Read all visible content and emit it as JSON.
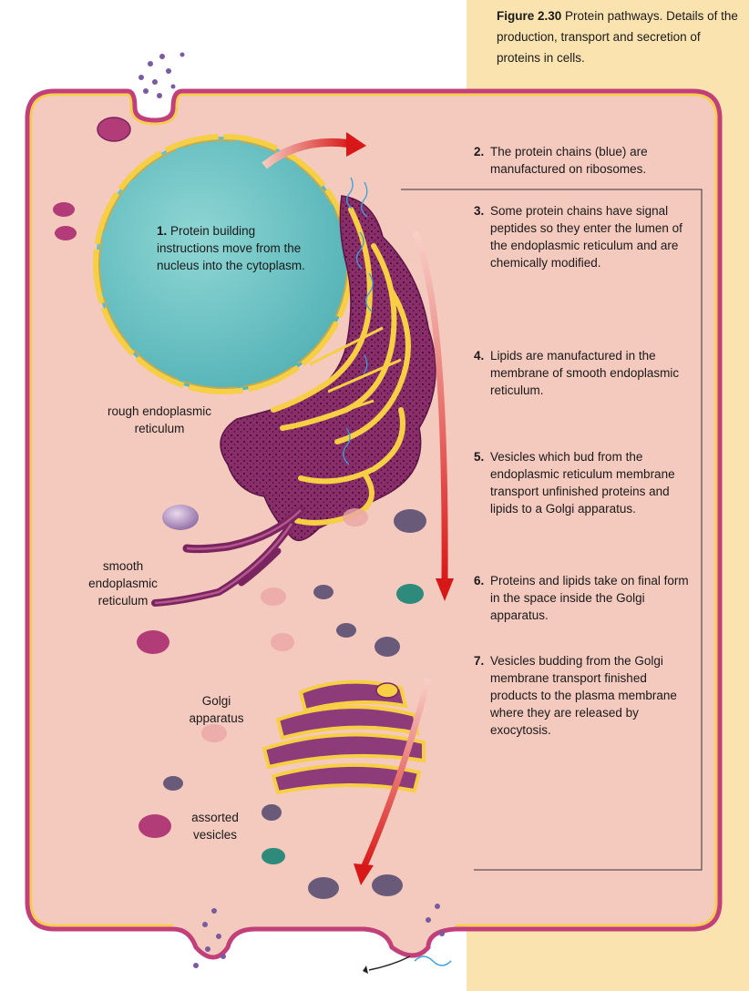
{
  "figure": {
    "label": "Figure 2.30",
    "caption": "Protein pathways. Details of the production, transport and secretion of proteins in cells."
  },
  "steps": [
    {
      "num": "1.",
      "text": "Protein building instructions move from the nucleus into the cytoplasm."
    },
    {
      "num": "2.",
      "text": "The protein chains (blue) are manufactured on ribosomes."
    },
    {
      "num": "3.",
      "text": "Some protein chains have signal peptides so they enter the lumen of the endoplasmic reticulum and are chemically modified."
    },
    {
      "num": "4.",
      "text": "Lipids are manufactured in the membrane of smooth endoplasmic reticulum."
    },
    {
      "num": "5.",
      "text": "Vesicles which bud from the endoplasmic reticulum membrane transport unfinished proteins and lipids to a Golgi apparatus."
    },
    {
      "num": "6.",
      "text": "Proteins and lipids take on final form in the space inside the Golgi apparatus."
    },
    {
      "num": "7.",
      "text": "Vesicles budding from the Golgi membrane transport finished products to the plasma membrane where they are released by exocytosis."
    }
  ],
  "labels": {
    "rough_er": "rough endoplasmic reticulum",
    "smooth_er": "smooth endoplasmic reticulum",
    "golgi": "Golgi apparatus",
    "vesicles": "assorted vesicles"
  },
  "colors": {
    "caption_panel": "#fbe3b0",
    "cell_fill": "#f4c9be",
    "cell_border": "#c2407a",
    "nucleus": "#6ec6c6",
    "er_purple": "#7a2560",
    "membrane_yellow": "#f7cf45",
    "arrow_red": "#e01818"
  }
}
